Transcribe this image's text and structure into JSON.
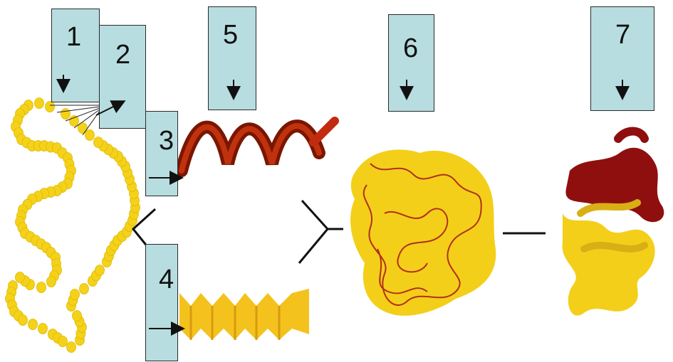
{
  "labels": {
    "l1": "1",
    "l2": "2",
    "l3": "3",
    "l4": "4",
    "l5": "5",
    "l6": "6",
    "l7": "7"
  },
  "colors": {
    "box_fill": "#b7dde0",
    "bead_yellow": "#f5d21a",
    "helix_red": "#8e1b00",
    "sheet_yellow": "#f4c21c",
    "tertiary_yellow": "#f3cf1a",
    "quaternary_red": "#8f0f0f"
  },
  "icons": [
    "arrow-down-icon",
    "arrow-right-icon"
  ]
}
